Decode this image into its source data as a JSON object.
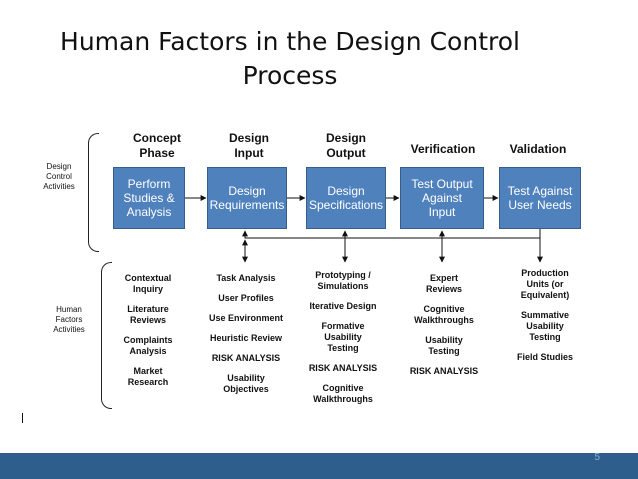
{
  "title_line1": "Human Factors in the Design Control",
  "title_line2": "Process",
  "phases": [
    {
      "line1": "Concept",
      "line2": "Phase"
    },
    {
      "line1": "Design",
      "line2": "Input"
    },
    {
      "line1": "Design",
      "line2": "Output"
    },
    {
      "line1": "Verification",
      "line2": ""
    },
    {
      "line1": "Validation",
      "line2": ""
    }
  ],
  "boxes": [
    {
      "lines": [
        "Perform",
        "Studies &",
        "Analysis"
      ]
    },
    {
      "lines": [
        "Design",
        "Requirements"
      ]
    },
    {
      "lines": [
        "Design",
        "Specifications"
      ]
    },
    {
      "lines": [
        "Test Output",
        "Against",
        "Input"
      ]
    },
    {
      "lines": [
        "Test Against",
        "User Needs"
      ]
    }
  ],
  "side_labels": {
    "design_control": [
      "Design",
      "Control",
      "Activities"
    ],
    "human_factors": [
      "Human",
      "Factors",
      "Activities"
    ]
  },
  "activities": [
    [
      "Contextual\nInquiry",
      "Literature\nReviews",
      "Complaints\nAnalysis",
      "Market\nResearch"
    ],
    [
      "Task Analysis",
      "User Profiles",
      "Use Environment",
      "Heuristic Review",
      "RISK ANALYSIS",
      "Usability\nObjectives"
    ],
    [
      "Prototyping /\nSimulations",
      "Iterative Design",
      "Formative\nUsability\nTesting",
      "RISK ANALYSIS",
      "Cognitive\nWalkthroughs"
    ],
    [
      "Expert\nReviews",
      "Cognitive\nWalkthroughs",
      "Usability\nTesting",
      "RISK ANALYSIS"
    ],
    [
      "Production\nUnits (or\nEquivalent)",
      "Summative\nUsability\nTesting",
      "Field Studies"
    ]
  ],
  "page_number": "5",
  "colors": {
    "box_fill": "#4f81bd",
    "box_border": "#385d8a",
    "footer": "#2e5e8c"
  }
}
